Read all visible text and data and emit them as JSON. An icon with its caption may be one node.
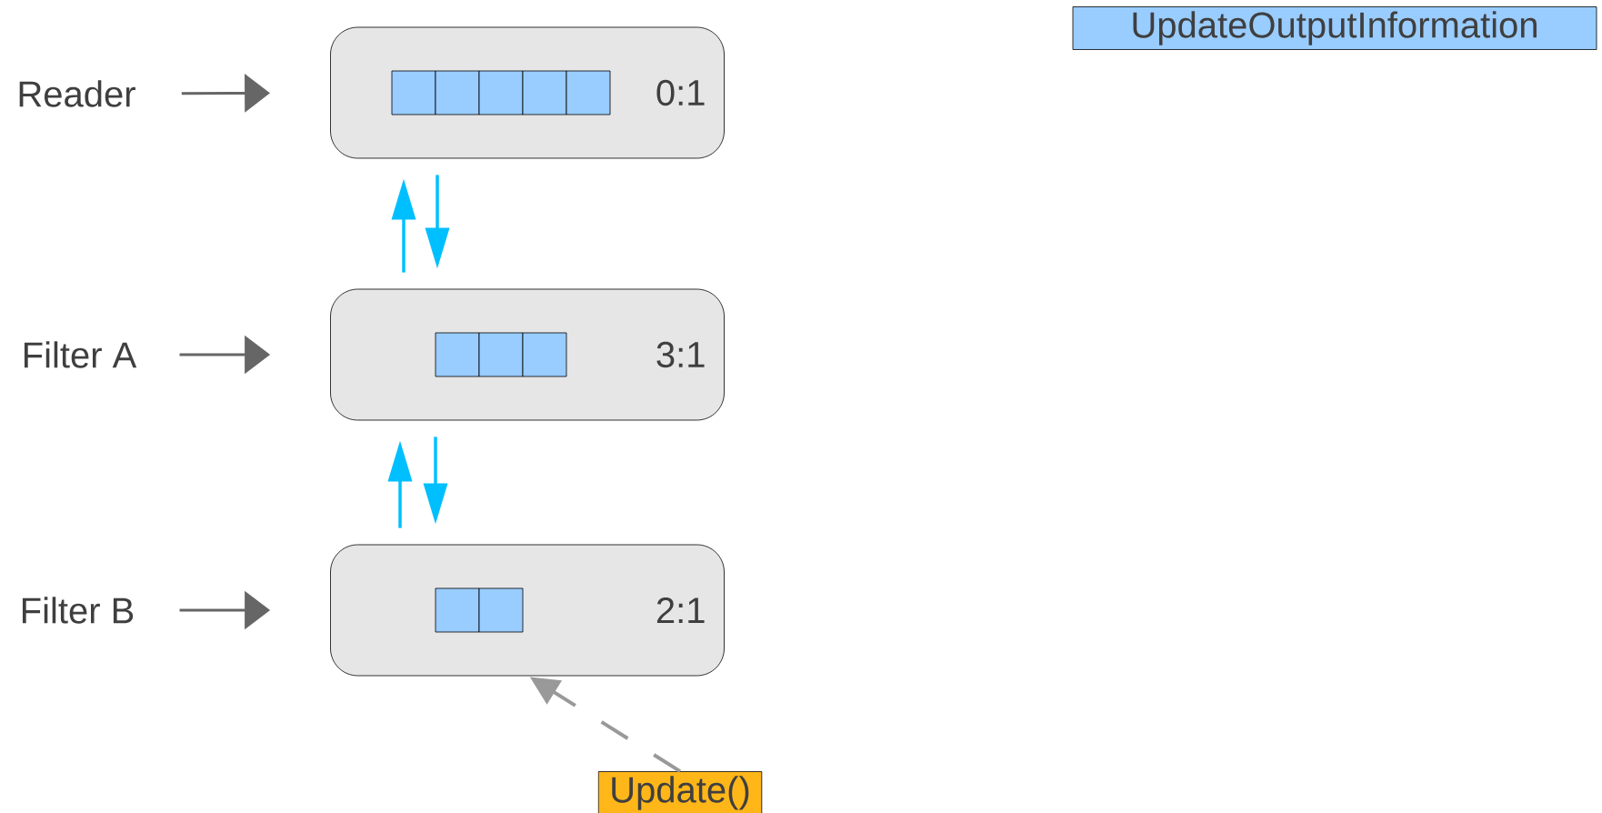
{
  "diagram": {
    "nodes": [
      {
        "text": [
          "Reader"
        ]
      },
      {
        "text": [
          "0:1"
        ]
      },
      {
        "text": [],
        "shape": "box",
        "in": 1
      },
      {
        "text": [],
        "shape": "box",
        "in": 1
      },
      {
        "text": [],
        "shape": "box",
        "in": 1
      },
      {
        "text": [],
        "shape": "box",
        "in": 1
      },
      {
        "text": [],
        "shape": "box",
        "in": 1
      },
      {
        "text": [
          "Filter A"
        ]
      },
      {
        "text": [
          "3:1"
        ]
      },
      {
        "text": [],
        "shape": "box",
        "in": 8
      },
      {
        "text": [],
        "shape": "box",
        "in": 8
      },
      {
        "text": [],
        "shape": "box",
        "in": 8
      },
      {
        "text": [
          "Filter B"
        ]
      },
      {
        "text": [
          "2:1"
        ]
      },
      {
        "text": [],
        "shape": "box",
        "in": 13
      },
      {
        "text": [],
        "shape": "box",
        "in": 13
      },
      {
        "text": [
          "Update()"
        ]
      },
      {
        "text": [
          "UpdateOutputInformation"
        ]
      }
    ],
    "edges": [
      {
        "from": 0,
        "to": 1,
        "arrow": "to",
        "color": "#666666"
      },
      {
        "from": 8,
        "to": 1,
        "arrow": "to"
      },
      {
        "from": 1,
        "to": 8,
        "arrow": "to"
      },
      {
        "from": 7,
        "to": 8,
        "arrow": "to",
        "color": "#666666"
      },
      {
        "from": 13,
        "to": 8,
        "arrow": "to"
      },
      {
        "from": 8,
        "to": 13,
        "arrow": "to"
      },
      {
        "from": 12,
        "to": 13,
        "arrow": "to",
        "color": "#666666"
      },
      {
        "from": 16,
        "to": 13,
        "arrow": "to",
        "style": "dashed",
        "color": "#999999"
      }
    ]
  }
}
